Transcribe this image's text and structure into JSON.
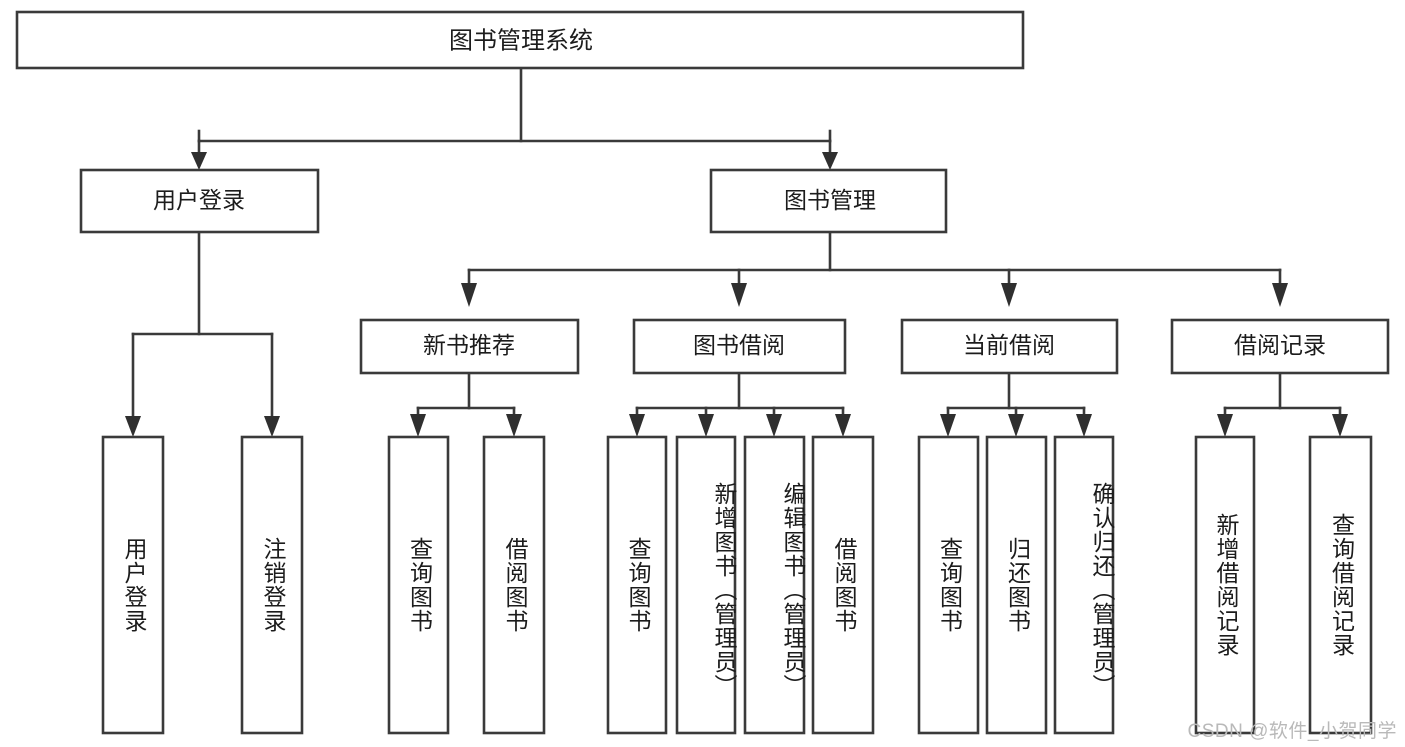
{
  "diagram": {
    "title": "图书管理系统",
    "type": "tree",
    "orientation": "top-down",
    "watermark": "CSDN @软件_小贺同学",
    "colors": {
      "background": "#ffffff",
      "box_stroke": "#3a3a3a",
      "box_fill": "#ffffff",
      "connector": "#3a3a3a",
      "arrow": "#2f2f2f",
      "text": "#1c1c1c",
      "watermark": "#b9b9b9"
    },
    "root": {
      "label": "图书管理系统"
    },
    "level2": [
      {
        "label": "用户登录"
      },
      {
        "label": "图书管理"
      }
    ],
    "level3": [
      {
        "label": "新书推荐"
      },
      {
        "label": "图书借阅"
      },
      {
        "label": "当前借阅"
      },
      {
        "label": "借阅记录"
      }
    ],
    "leaves": {
      "user_login": [
        {
          "label": "用户登录"
        },
        {
          "label": "注销登录"
        }
      ],
      "new_book_recommend": [
        {
          "label": "查询图书"
        },
        {
          "label": "借阅图书"
        }
      ],
      "book_borrow": [
        {
          "label": "查询图书"
        },
        {
          "label": "新增图书（管理员）"
        },
        {
          "label": "编辑图书（管理员）"
        },
        {
          "label": "借阅图书"
        }
      ],
      "current_borrow": [
        {
          "label": "查询图书"
        },
        {
          "label": "归还图书"
        },
        {
          "label": "确认归还（管理员）"
        }
      ],
      "borrow_record": [
        {
          "label": "新增借阅记录"
        },
        {
          "label": "查询借阅记录"
        }
      ]
    }
  }
}
